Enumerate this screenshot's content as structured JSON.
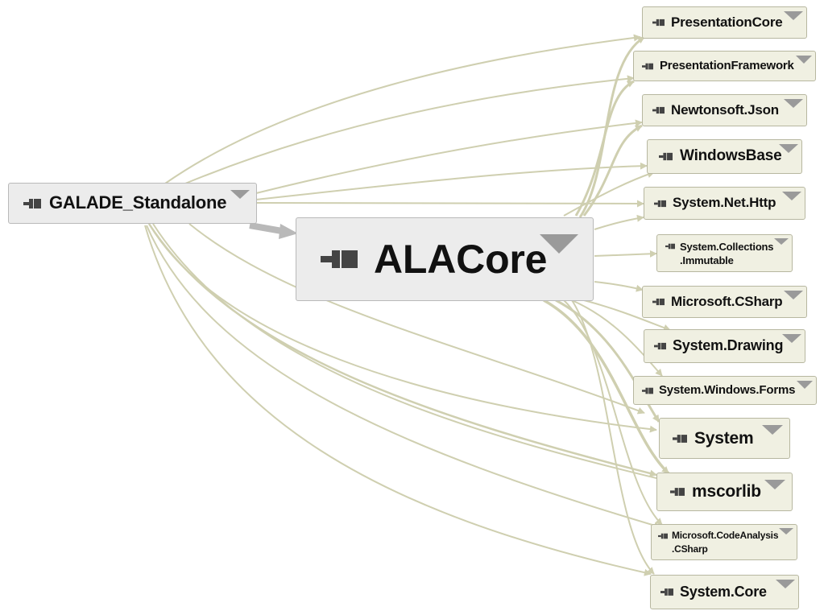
{
  "graph": {
    "source_node": {
      "label": "GALADE_Standalone",
      "icon": "assembly-icon"
    },
    "main_node": {
      "label": "ALACore",
      "icon": "assembly-icon"
    },
    "dependencies": [
      {
        "id": "presentationcore",
        "label": "PresentationCore"
      },
      {
        "id": "presentationframework",
        "label": "PresentationFramework"
      },
      {
        "id": "newtonsoft-json",
        "label": "Newtonsoft.Json"
      },
      {
        "id": "windowsbase",
        "label": "WindowsBase"
      },
      {
        "id": "system-net-http",
        "label": "System.Net.Http"
      },
      {
        "id": "system-collections-immutable",
        "label": "System.Collections\n.Immutable"
      },
      {
        "id": "microsoft-csharp",
        "label": "Microsoft.CSharp"
      },
      {
        "id": "system-drawing",
        "label": "System.Drawing"
      },
      {
        "id": "system-windows-forms",
        "label": "System.Windows.Forms"
      },
      {
        "id": "system",
        "label": "System"
      },
      {
        "id": "mscorlib",
        "label": "mscorlib"
      },
      {
        "id": "microsoft-codeanalysis-csharp",
        "label": "Microsoft.CodeAnalysis\n.CSharp"
      },
      {
        "id": "system-core",
        "label": "System.Core"
      }
    ],
    "colors": {
      "edge": "#cfcfb0",
      "dependency_node_fill": "#f0f0e2",
      "dependency_node_border": "#b7b7a0",
      "root_node_fill": "#ececec",
      "expand_triangle": "#9a9a9a",
      "main_arrow": "#b9b9b9"
    }
  }
}
